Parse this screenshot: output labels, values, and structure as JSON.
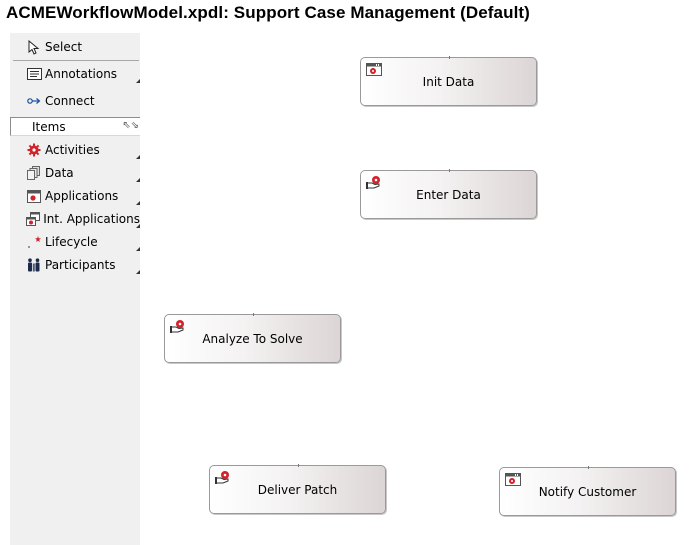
{
  "window": {
    "title": "ACMEWorkflowModel.xpdl: Support Case Management (Default)"
  },
  "palette": {
    "tools": [
      {
        "label": "Select",
        "icon": "cursor-arrow-icon"
      },
      {
        "label": "Annotations",
        "icon": "annotation-note-icon"
      },
      {
        "label": "Connect",
        "icon": "connect-arrow-icon"
      }
    ],
    "items_header": "Items",
    "items": [
      {
        "label": "Activities",
        "icon": "activity-gear-icon"
      },
      {
        "label": "Data",
        "icon": "data-stack-icon"
      },
      {
        "label": "Applications",
        "icon": "application-window-icon"
      },
      {
        "label": "Int. Applications",
        "icon": "integrated-application-icon"
      },
      {
        "label": "Lifecycle",
        "icon": "lifecycle-icon"
      },
      {
        "label": "Participants",
        "icon": "participants-people-icon"
      }
    ]
  },
  "canvas": {
    "activities": [
      {
        "label": "Init Data",
        "icon": "application-activity-icon"
      },
      {
        "label": "Enter Data",
        "icon": "manual-activity-icon"
      },
      {
        "label": "Analyze To Solve",
        "icon": "manual-activity-icon"
      },
      {
        "label": "Deliver Patch",
        "icon": "manual-activity-icon"
      },
      {
        "label": "Notify Customer",
        "icon": "application-activity-icon"
      }
    ]
  },
  "colors": {
    "palette_bg": "#f0f0f0",
    "gear_red": "#d2232a",
    "node_border": "#9a9a9a"
  }
}
